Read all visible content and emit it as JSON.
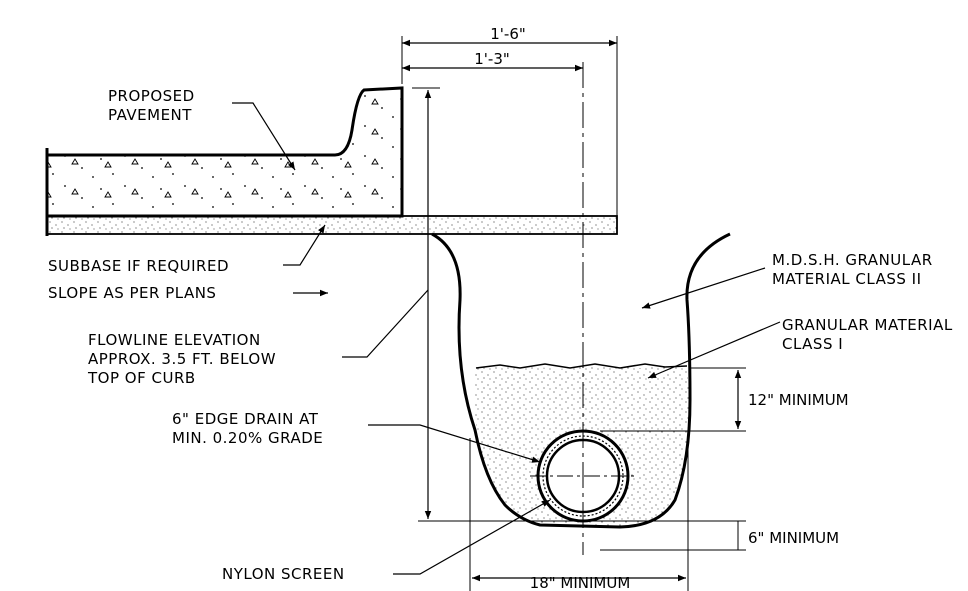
{
  "dimensions": {
    "overall_width": "1'-6\"",
    "to_centerline": "1'-3\"",
    "top_cover": "12\" MINIMUM",
    "bottom_cover": "6\" MINIMUM",
    "trench_width": "18\" MINIMUM"
  },
  "labels": {
    "proposed_pavement": [
      "PROPOSED",
      "PAVEMENT"
    ],
    "subbase": "SUBBASE IF REQUIRED",
    "slope": "SLOPE AS PER PLANS",
    "flowline": [
      "FLOWLINE ELEVATION",
      "APPROX. 3.5 FT. BELOW",
      "TOP OF CURB"
    ],
    "edge_drain": [
      "6\" EDGE DRAIN AT",
      "MIN. 0.20% GRADE"
    ],
    "nylon_screen": "NYLON SCREEN",
    "granular_class_ii": [
      "M.D.S.H. GRANULAR",
      "MATERIAL CLASS II"
    ],
    "granular_class_i": [
      "GRANULAR MATERIAL",
      "CLASS I"
    ]
  }
}
